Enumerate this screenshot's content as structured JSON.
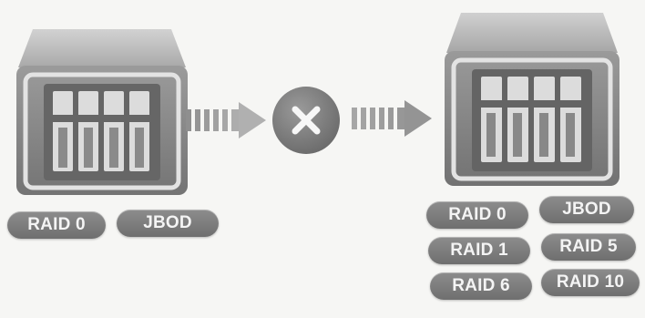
{
  "colors": {
    "device_body": "#8a8a8a",
    "device_top": "#c4c4c4",
    "device_dark": "#5f5f5f",
    "arrow": "#9a9a9a",
    "x_circle": "#7b7b7b",
    "pill": "#7e7e7e",
    "pill_text": "#f4f4f4"
  },
  "icons": {
    "source_device": "nas-device-icon",
    "target_device": "nas-device-icon",
    "arrows": "dashed-arrow-right-icon",
    "blocked": "x-circle-icon"
  },
  "source": {
    "raid_levels": [
      "RAID 0",
      "JBOD"
    ]
  },
  "target": {
    "raid_levels": [
      "RAID 0",
      "JBOD",
      "RAID 1",
      "RAID 5",
      "RAID 6",
      "RAID 10"
    ]
  }
}
